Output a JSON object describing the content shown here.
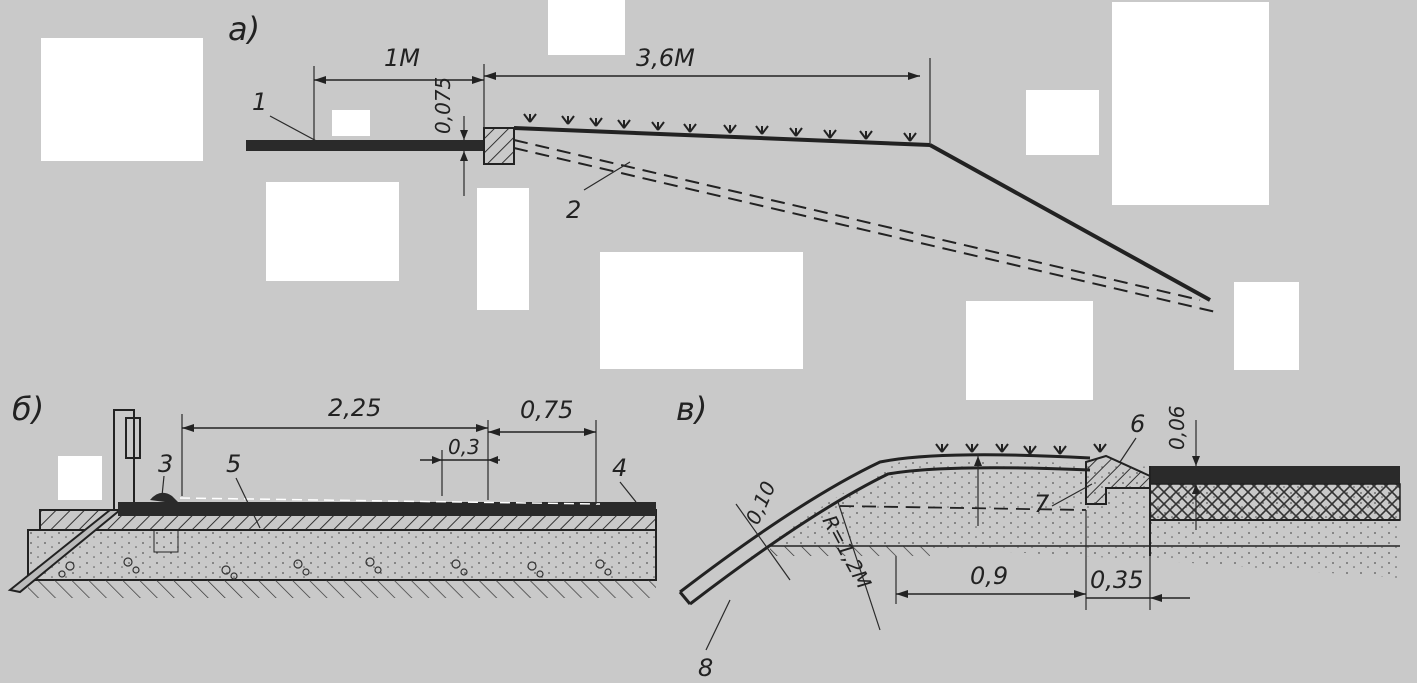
{
  "panels": {
    "a": {
      "label": "а)",
      "dim_left": "1М",
      "dim_right": "3,6М",
      "dim_thickness": "0,075",
      "callout_1": "1",
      "callout_2": "2"
    },
    "b": {
      "label": "б)",
      "dim_main": "2,25",
      "dim_side": "0,75",
      "dim_small": "0,3",
      "callout_3": "3",
      "callout_4": "4",
      "callout_5": "5"
    },
    "v": {
      "label": "в)",
      "dim_slope": "0,10",
      "dim_radius": "R=1,2М",
      "dim_base": "0,9",
      "dim_edge": "0,35",
      "dim_height": "0,06",
      "callout_6": "6",
      "callout_7": "7",
      "callout_8": "8"
    }
  },
  "colors": {
    "paper": "#c9c9c9",
    "ink": "#222222",
    "redaction": "#ffffff"
  }
}
